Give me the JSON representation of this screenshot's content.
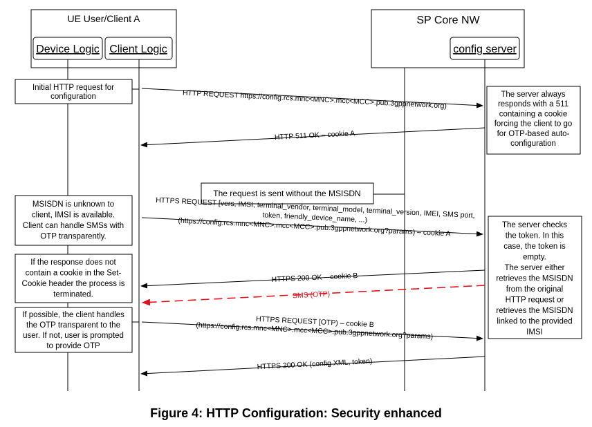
{
  "domain": "Diagram",
  "participants": {
    "group_left": "UE User/Client A",
    "group_right": "SP Core NW",
    "device_logic": "Device Logic",
    "client_logic": "Client Logic",
    "config_server": "config server"
  },
  "notes": {
    "n1": [
      "Initial HTTP request for",
      "configuration"
    ],
    "n2": [
      "The server always",
      "responds with a 511",
      "containing a cookie",
      "forcing the client to go",
      "for OTP-based auto-",
      "configuration"
    ],
    "n3": [
      "The request is sent without the MSISDN"
    ],
    "n4": [
      "MSISDN is unknown to",
      "client, IMSI is available.",
      "Client can handle SMSs with",
      "OTP transparently."
    ],
    "n5": [
      "The server checks",
      "the token. In this",
      "case, the token is",
      "empty.",
      "The server either",
      "retrieves the MSISDN",
      "from the original",
      "HTTP request or",
      "retrieves the MSISDN",
      "linked to the provided",
      "IMSI"
    ],
    "n6": [
      "If the response does not",
      "contain a cookie in the Set-",
      "Cookie header the process is",
      "terminated."
    ],
    "n7": [
      "If possible, the client handles",
      "the OTP transparent to the",
      "user. If not, user is prompted",
      "to provide OTP"
    ]
  },
  "messages": {
    "m1": "HTTP REQUEST https://config.rcs.mnc<MNC>.mcc<MCC>.pub.3gppnetwork.org)",
    "m2": "HTTP 511 OK – cookie A",
    "m3": [
      "HTTPS REQUEST [vers, IMSI, terminal_vendor, terminal_model, terminal_version, IMEI, SMS port,",
      "token, friendly_device_name, ...)",
      "(https://config.rcs.mnc<MNC>.mcc<MCC>.pub.3gppnetwork.org?params) – cookie A"
    ],
    "m4": "HTTPS 200 OK – cookie B",
    "m5": "SMS (OTP)",
    "m6": [
      "HTTPS REQUEST [OTP) – cookie B",
      "(https://config.rcs.mnc<MNC>.mcc<MCC>.pub.3gppnetwork.org?params)"
    ],
    "m7": "HTTPS 200 OK (config XML, token)"
  },
  "caption": "Figure 4: HTTP Configuration: Security enhanced",
  "colors": {
    "line": "#000000",
    "sms": "#e0141e"
  }
}
